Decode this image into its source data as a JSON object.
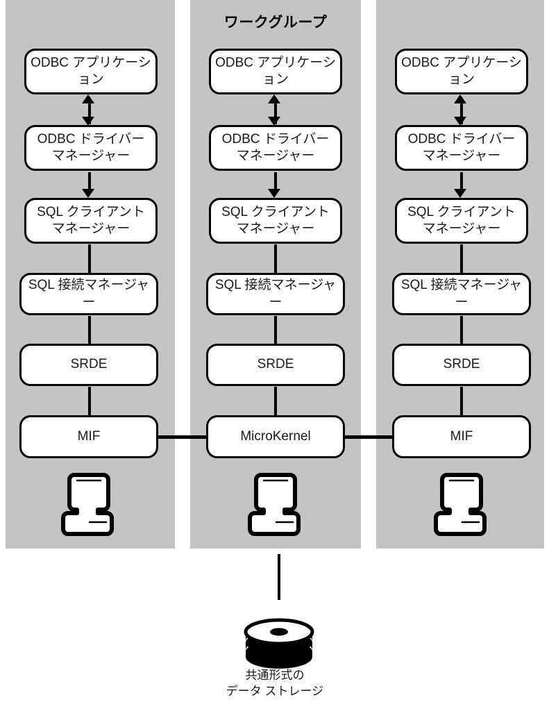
{
  "diagram": {
    "title": "ワークグループ",
    "background_color": "#ffffff",
    "panel_color": "#c4c4c4",
    "line_color": "#000000",
    "node_fill": "#ffffff"
  },
  "columns": [
    {
      "id": "column-left",
      "nodes": [
        {
          "label": "ODBC アプリケーション",
          "lines": [
            "ODBC アプリケーション"
          ]
        },
        {
          "label": "ODBC ドライバー マネージャー",
          "lines": [
            "ODBC ドライバー",
            "マネージャー"
          ]
        },
        {
          "label": "SQL クライアント マネージャー",
          "lines": [
            "SQL クライアント",
            "マネージャー"
          ]
        },
        {
          "label": "SQL 接続マネージャー",
          "lines": [
            "SQL 接続マネージャー"
          ]
        },
        {
          "label": "SRDE",
          "lines": [
            "SRDE"
          ]
        },
        {
          "label": "MIF",
          "lines": [
            "MIF"
          ]
        }
      ],
      "device_icon": "computer-icon"
    },
    {
      "id": "column-middle",
      "nodes": [
        {
          "label": "ODBC アプリケーション",
          "lines": [
            "ODBC アプリケーション"
          ]
        },
        {
          "label": "ODBC ドライバー マネージャー",
          "lines": [
            "ODBC ドライバー",
            "マネージャー"
          ]
        },
        {
          "label": "SQL クライアント マネージャー",
          "lines": [
            "SQL クライアント",
            "マネージャー"
          ]
        },
        {
          "label": "SQL 接続マネージャー",
          "lines": [
            "SQL 接続マネージャー"
          ]
        },
        {
          "label": "SRDE",
          "lines": [
            "SRDE"
          ]
        },
        {
          "label": "MicroKernel",
          "lines": [
            "MicroKernel"
          ]
        }
      ],
      "device_icon": "computer-icon"
    },
    {
      "id": "column-right",
      "nodes": [
        {
          "label": "ODBC アプリケーション",
          "lines": [
            "ODBC アプリケーション"
          ]
        },
        {
          "label": "ODBC ドライバー マネージャー",
          "lines": [
            "ODBC ドライバー",
            "マネージャー"
          ]
        },
        {
          "label": "SQL クライアント マネージャー",
          "lines": [
            "SQL クライアント",
            "マネージャー"
          ]
        },
        {
          "label": "SQL 接続マネージャー",
          "lines": [
            "SQL 接続マネージャー"
          ]
        },
        {
          "label": "SRDE",
          "lines": [
            "SRDE"
          ]
        },
        {
          "label": "MIF",
          "lines": [
            "MIF"
          ]
        }
      ],
      "device_icon": "computer-icon"
    }
  ],
  "storage": {
    "icon": "database-stack-icon",
    "caption_line_1": "共通形式の",
    "caption_line_2": "データ ストレージ"
  },
  "connectors": {
    "app_to_driver": "bidirectional-arrow",
    "driver_to_sql_client": "down-arrow",
    "sql_client_to_conn": "line",
    "conn_to_srde": "line",
    "srde_to_kernel": "line",
    "mif_left_to_microkernel": "line",
    "microkernel_to_mif_right": "line",
    "microkernel_to_storage": "line"
  }
}
